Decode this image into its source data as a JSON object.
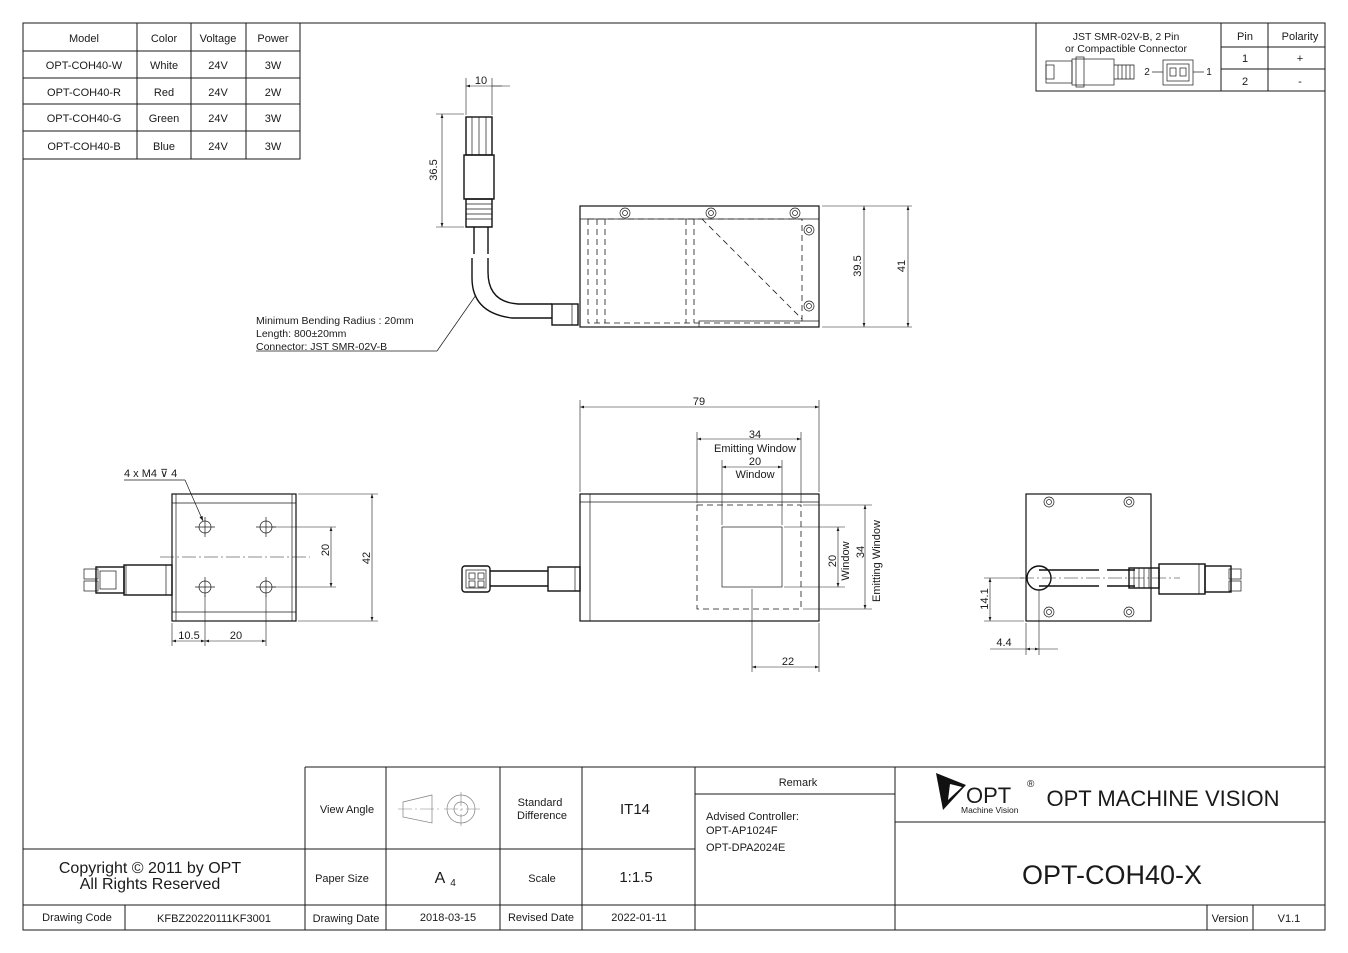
{
  "model_table": {
    "headers": [
      "Model",
      "Color",
      "Voltage",
      "Power"
    ],
    "rows": [
      [
        "OPT-COH40-W",
        "White",
        "24V",
        "3W"
      ],
      [
        "OPT-COH40-R",
        "Red",
        "24V",
        "2W"
      ],
      [
        "OPT-COH40-G",
        "Green",
        "24V",
        "3W"
      ],
      [
        "OPT-COH40-B",
        "Blue",
        "24V",
        "3W"
      ]
    ]
  },
  "connector_table": {
    "title_line1": "JST SMR-02V-B, 2 Pin",
    "title_line2": "or Compactible Connector",
    "pin_label_2": "2",
    "pin_label_1": "1",
    "headers": [
      "Pin",
      "Polarity"
    ],
    "rows": [
      [
        "1",
        "+"
      ],
      [
        "2",
        "-"
      ]
    ]
  },
  "cable_note": {
    "line1": "Minimum Bending Radius : 20mm",
    "line2": "Length: 800±20mm",
    "line3": "Connector: JST SMR-02V-B"
  },
  "dimensions": {
    "connector_width": "10",
    "connector_length": "36.5",
    "side_height_inner": "39.5",
    "side_height_outer": "41",
    "front_length": "79",
    "emitting_window_w": "34",
    "emitting_window_label": "Emitting Window",
    "window_w": "20",
    "window_label": "Window",
    "window_h": "20",
    "window_h_label": "Window",
    "emitting_window_h": "34",
    "emitting_window_h_label": "Emitting Window",
    "window_offset": "22",
    "mount_holes_note": "4 x M4 ⊽ 4",
    "mount_pitch_v": "20",
    "mount_height": "42",
    "mount_offset_x": "10.5",
    "mount_pitch_x": "20",
    "end_offset_v": "14.1",
    "end_offset_h": "4.4"
  },
  "title_block": {
    "copyright_line1": "Copyright © 2011 by OPT",
    "copyright_line2": "All Rights Reserved",
    "drawing_code_label": "Drawing Code",
    "drawing_code": "KFBZ20220111KF3001",
    "view_angle_label": "View Angle",
    "standard_difference_line1": "Standard",
    "standard_difference_line2": "Difference",
    "standard_difference": "IT14",
    "paper_size_label": "Paper Size",
    "paper_size": "A",
    "paper_size_sub": "4",
    "scale_label": "Scale",
    "scale": "1:1.5",
    "drawing_date_label": "Drawing Date",
    "drawing_date": "2018-03-15",
    "revised_date_label": "Revised Date",
    "revised_date": "2022-01-11",
    "remark_label": "Remark",
    "remark_line1": "Advised Controller:",
    "remark_line2": "OPT-AP1024F",
    "remark_line3": "OPT-DPA2024E",
    "logo_text": "OPT",
    "logo_reg": "®",
    "logo_sub": "Machine Vision",
    "company": "OPT MACHINE VISION",
    "part_number": "OPT-COH40-X",
    "version_label": "Version",
    "version": "V1.1"
  }
}
